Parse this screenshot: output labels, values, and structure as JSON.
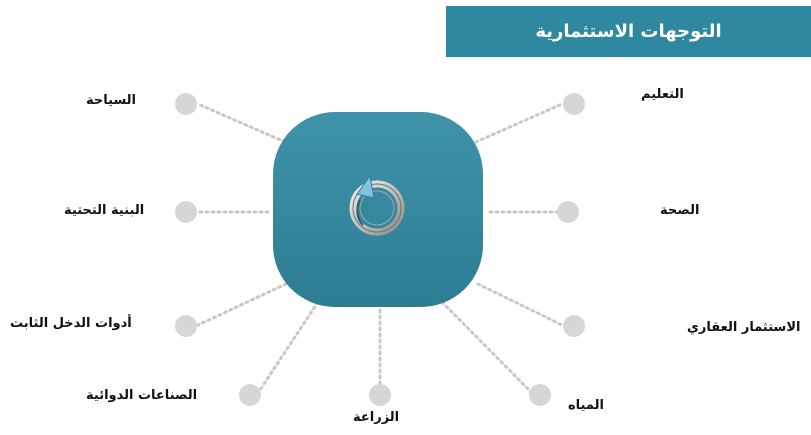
{
  "title": "التوجهات الاستثمارية",
  "hub_icon": "circular-arrow-icon",
  "colors": {
    "banner": "#2e88a0",
    "hub": "#3a8aa0",
    "node": "#d6d6d6",
    "connector": "#c8c8c8"
  },
  "sectors": {
    "tourism": "السياحة",
    "infrastructure": "البنية التحتية",
    "fixed_income": "أدوات الدخل الثابت",
    "petrochemicals": "الصناعات الدوائية",
    "agriculture": "الزراعة",
    "water": "المياه",
    "real_estate": "الاستثمار العقاري",
    "health": "الصحة",
    "education": "التعليم"
  }
}
